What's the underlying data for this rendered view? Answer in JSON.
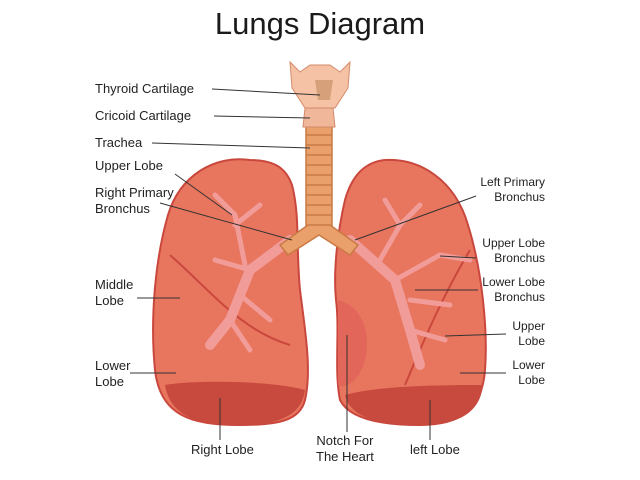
{
  "title": "Lungs Diagram",
  "labels": {
    "thyroid": "Thyroid Cartilage",
    "cricoid": "Cricoid Cartilage",
    "trachea": "Trachea",
    "upper_lobe_r": "Upper Lobe",
    "right_primary_1": "Right Primary",
    "right_primary_2": "Bronchus",
    "middle_1": "Middle",
    "middle_2": "Lobe",
    "lower_r_1": "Lower",
    "lower_r_2": "Lobe",
    "right_lobe": "Right Lobe",
    "notch_1": "Notch For",
    "notch_2": "The Heart",
    "left_lobe": "left Lobe",
    "left_primary_1": "Left Primary",
    "left_primary_2": "Bronchus",
    "ulb_1": "Upper Lobe",
    "ulb_2": "Bronchus",
    "llb_1": "Lower Lobe",
    "llb_2": "Bronchus",
    "upper_l_1": "Upper",
    "upper_l_2": "Lobe",
    "lower_l_1": "Lower",
    "lower_l_2": "Lobe"
  },
  "colors": {
    "lung": "#e8745f",
    "lung_dark": "#c9473c",
    "bronchi": "#f4a3a0",
    "trachea": "#e9a06a"
  }
}
